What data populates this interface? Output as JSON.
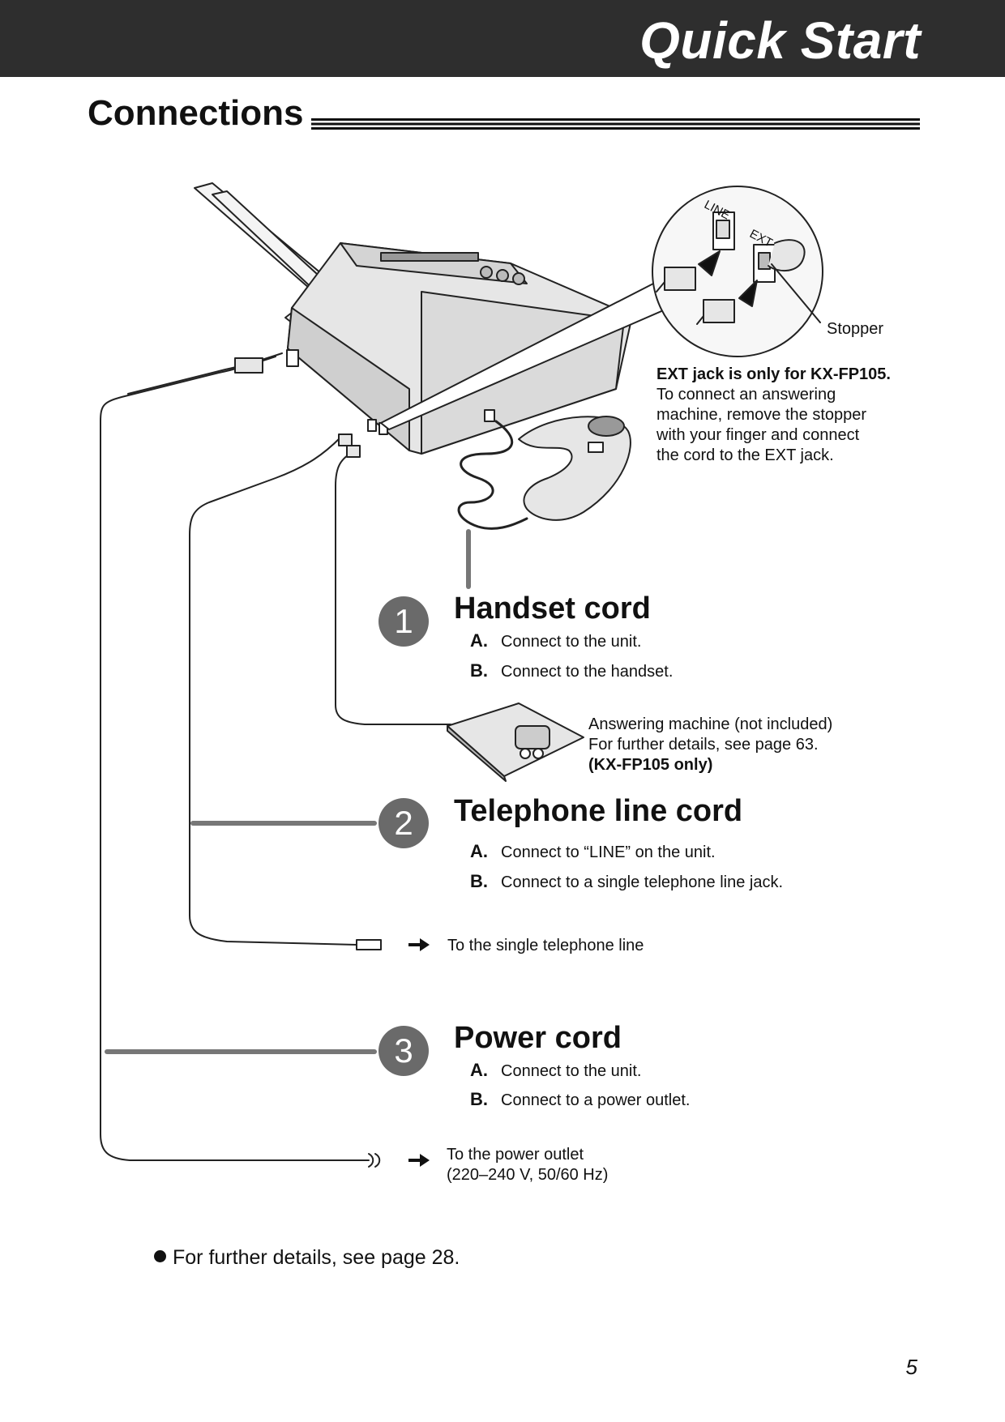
{
  "header": {
    "title": "Quick Start"
  },
  "section": {
    "title": "Connections"
  },
  "diagram": {
    "inset": {
      "line_label": "LINE",
      "ext_label": "EXT",
      "stopper_label": "Stopper"
    },
    "ext_note": {
      "heading": "EXT jack is only for KX-FP105.",
      "lines": [
        "To connect an answering",
        "machine, remove the stopper",
        "with your finger and connect",
        "the cord to the EXT jack."
      ]
    },
    "answering_machine_note": {
      "lines": [
        "Answering machine (not included)",
        "For further details, see page 63."
      ],
      "bold_line": "(KX-FP105 only)"
    },
    "telephone_line_dest": "To the single telephone line",
    "power_outlet_dest": {
      "line1": "To the power outlet",
      "line2": "(220–240 V, 50/60 Hz)"
    }
  },
  "steps": [
    {
      "number": "1",
      "title": "Handset cord",
      "items": [
        {
          "letter": "A.",
          "text": "Connect to the unit."
        },
        {
          "letter": "B.",
          "text": "Connect to the handset."
        }
      ]
    },
    {
      "number": "2",
      "title": "Telephone line cord",
      "items": [
        {
          "letter": "A.",
          "text": "Connect to “LINE” on the unit."
        },
        {
          "letter": "B.",
          "text": "Connect to a single telephone line jack."
        }
      ]
    },
    {
      "number": "3",
      "title": "Power cord",
      "items": [
        {
          "letter": "A.",
          "text": "Connect to the unit."
        },
        {
          "letter": "B.",
          "text": "Connect to a power outlet."
        }
      ]
    }
  ],
  "footer": {
    "bullet_note": "For further details, see page 28.",
    "page_number": "5"
  },
  "colors": {
    "header_bg": "#2e2e2e",
    "step_circle": "#6a6a6a",
    "line_art": "#222222",
    "device_fill": "#e6e6e6"
  }
}
